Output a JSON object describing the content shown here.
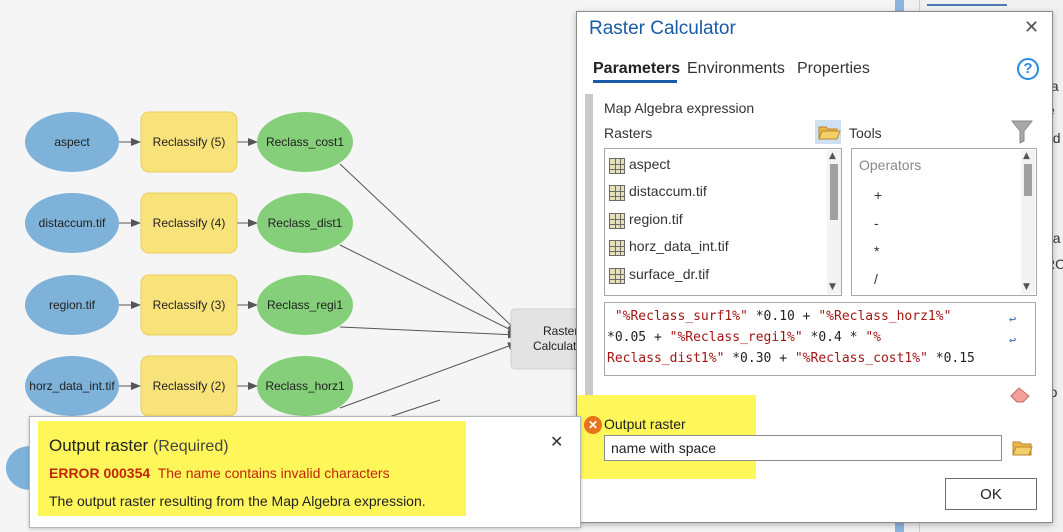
{
  "model": {
    "inputs": [
      "aspect",
      "distaccum.tif",
      "region.tif",
      "horz_data_int.tif"
    ],
    "tools": [
      "Reclassify (5)",
      "Reclassify (4)",
      "Reclassify (3)",
      "Reclassify (2)"
    ],
    "outputs": [
      "Reclass_cost1",
      "Reclass_dist1",
      "Reclass_regi1",
      "Reclass_horz1"
    ],
    "calculator_label": [
      "Raster",
      "Calculato"
    ]
  },
  "right_fragments": [
    "ta",
    "e",
    "nd",
    "da",
    "RO",
    "ro"
  ],
  "dialog": {
    "title": "Raster Calculator",
    "close": "✕",
    "tabs": [
      "Parameters",
      "Environments",
      "Properties"
    ],
    "help": "?",
    "map_algebra_label": "Map Algebra expression",
    "rasters_label": "Rasters",
    "tools_label": "Tools",
    "rasters": [
      "aspect",
      "distaccum.tif",
      "region.tif",
      "horz_data_int.tif",
      "surface_dr.tif"
    ],
    "operators_header": "Operators",
    "operators": [
      "+",
      "-",
      "*",
      "/"
    ],
    "expression_lines": [
      [
        {
          "t": " ",
          "c": "n"
        },
        {
          "t": "\"%Reclass_surf1%\"",
          "c": "s"
        },
        {
          "t": " *0.10 + ",
          "c": "n"
        },
        {
          "t": "\"%Reclass_horz1%\"",
          "c": "s"
        }
      ],
      [
        {
          "t": "*0.05 + ",
          "c": "n"
        },
        {
          "t": "\"%Reclass_regi1%\"",
          "c": "s"
        },
        {
          "t": " *0.4 * ",
          "c": "n"
        },
        {
          "t": "\"%",
          "c": "s"
        }
      ],
      [
        {
          "t": "Reclass_dist1%\"",
          "c": "s"
        },
        {
          "t": " *0.30 + ",
          "c": "n"
        },
        {
          "t": "\"%Reclass_cost1%\"",
          "c": "s"
        },
        {
          "t": " *0.15",
          "c": "n"
        }
      ]
    ],
    "output_label": "Output raster",
    "output_value": "name with space",
    "ok": "OK"
  },
  "tooltip": {
    "title": "Output raster",
    "required": "(Required)",
    "error_code": "ERROR 000354",
    "error_msg": "The name contains invalid characters",
    "description": "The output raster resulting from the Map Algebra expression.",
    "close": "✕"
  },
  "colors": {
    "input_node": "#7fb2d9",
    "tool_node": "#f8e27a",
    "output_node": "#86cf7a",
    "highlight": "#fff65a",
    "error": "#c0260a",
    "title_blue": "#1a5aa6"
  }
}
